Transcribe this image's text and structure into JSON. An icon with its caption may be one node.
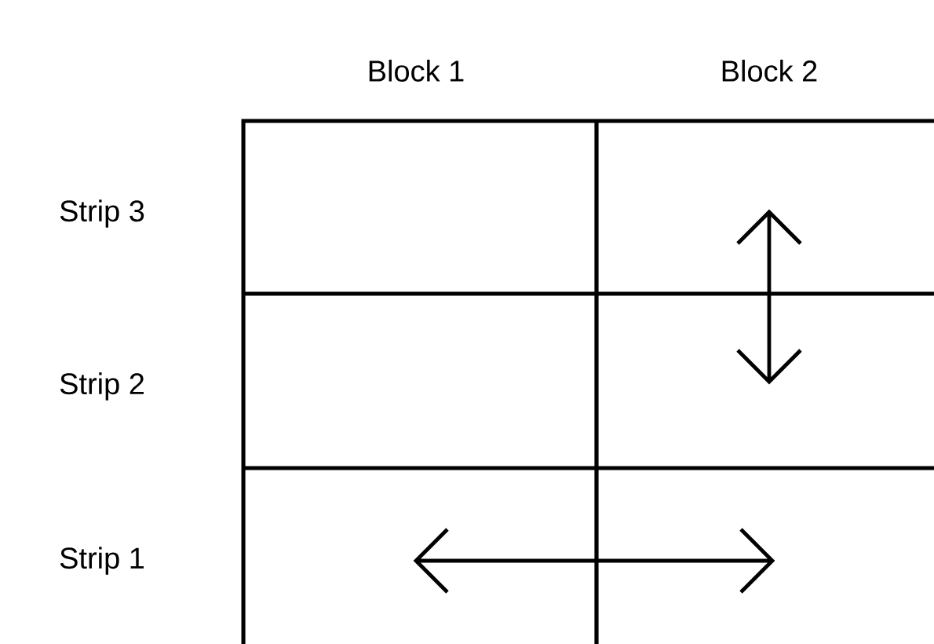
{
  "diagram": {
    "labels": [
      "Block 1",
      "Block 2",
      "Strip 3",
      "Strip 2",
      "Strip 1"
    ]
  }
}
